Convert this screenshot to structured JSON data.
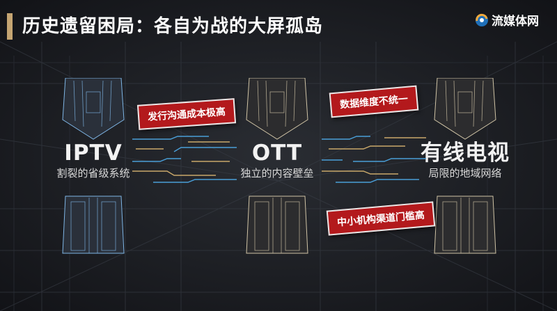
{
  "header": {
    "title": "历史遗留困局：各自为战的大屏孤岛"
  },
  "logo": {
    "text": "流媒体网",
    "icon": "logo-swirl-icon"
  },
  "pillars": [
    {
      "name": "IPTV",
      "subtitle": "割裂的省级系统"
    },
    {
      "name": "OTT",
      "subtitle": "独立的内容壁垒"
    },
    {
      "name": "有线电视",
      "subtitle": "局限的地域网络"
    }
  ],
  "tags": [
    {
      "label": "发行沟通成本极高"
    },
    {
      "label": "数据维度不统一"
    },
    {
      "label": "中小机构渠道门槛高"
    }
  ],
  "colors": {
    "accent": "#c5a572",
    "tag_red": "#b3191c",
    "line_blue": "#4a9fd8",
    "line_gold": "#c9a86a",
    "background": "#1a1c20"
  }
}
